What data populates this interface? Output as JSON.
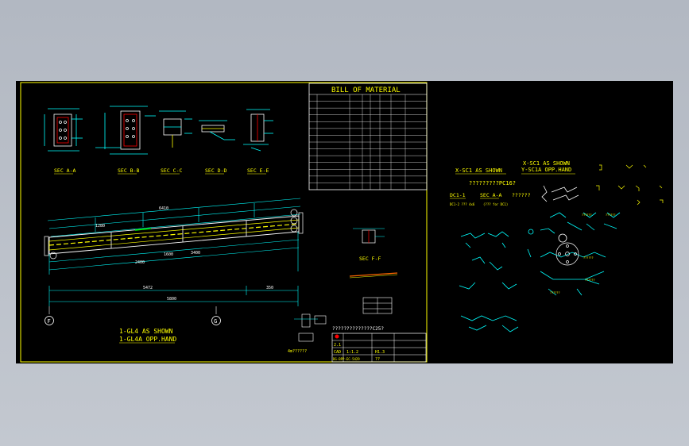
{
  "sheet_left": {
    "bom": {
      "title": "BILL OF MATERIAL",
      "rows": 14
    },
    "sections": {
      "sec_a": "SEC A-A",
      "sec_b": "SEC B-B",
      "sec_c": "SEC C-C",
      "sec_d": "SEC D-D",
      "sec_e": "SEC E-E",
      "sec_f": "SEC F-F"
    },
    "dims": {
      "overall": "5800",
      "span_left": "5472",
      "span_right": "350",
      "top": "6410",
      "d1": "1280",
      "d2": "1600",
      "d3": "2400",
      "d4": "3400"
    },
    "grids": {
      "left": "F",
      "right": "G"
    },
    "member_title": {
      "line1": "1-GL4 AS SHOWN",
      "line2": "1-GL4A OPP.HAND"
    },
    "note_f": "??????????????C25?",
    "small_label": "4m??????",
    "title_block": {
      "r1": "2.1",
      "r2": "CAD",
      "r3": "DG-BPP-EC-5429",
      "c1": "1:1.2",
      "c2": "H1.3",
      "c3": "??"
    }
  },
  "sheet_right": {
    "title1_line1": "X-SC1 AS SHOWN",
    "title2_line1": "X-SC1 AS SHOWN",
    "title2_line2": "Y-SC1A OPP.HAND",
    "note": "?????????PC16?",
    "lbl_dc": "DC1-1",
    "lbl_sec": "SEC A-A",
    "lbl_q": "??????",
    "sub_note": "DC1-2 ??? 4x6",
    "sub_note2": "(??? for DC1)"
  },
  "colors": {
    "background": "#000000",
    "cad_white": "#ffffff",
    "cad_yellow": "#ffff00",
    "cad_cyan": "#00ffff",
    "cad_green": "#00ff00",
    "cad_red": "#ff0000",
    "cad_magenta": "#ff00ff"
  }
}
